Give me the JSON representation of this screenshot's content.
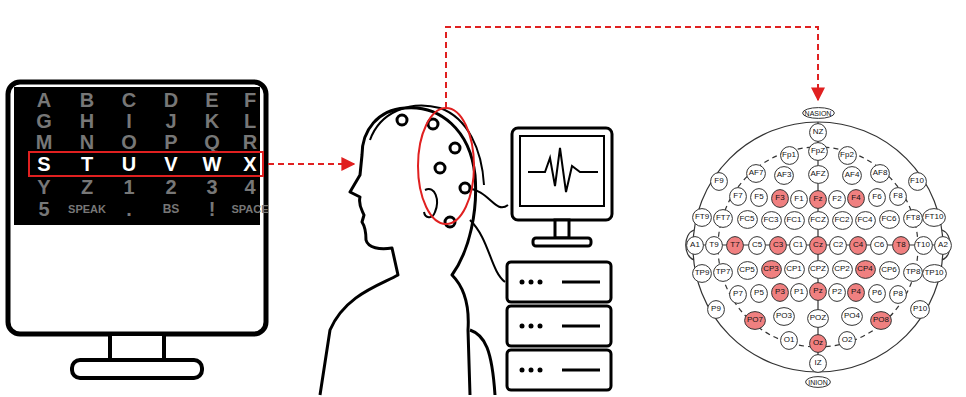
{
  "diagram": {
    "nodes": [
      {
        "text": [
          "S",
          "T",
          "U",
          "V",
          "W",
          "X"
        ]
      },
      {
        "text": [
          "NASION"
        ]
      },
      {
        "text": [
          "NZ"
        ]
      },
      {
        "text": [
          "Fp1"
        ]
      },
      {
        "text": [
          "FpZ"
        ]
      },
      {
        "text": [
          "Fp2"
        ]
      },
      {
        "text": [
          "AF7"
        ]
      },
      {
        "text": [
          "AF3"
        ]
      },
      {
        "text": [
          "AFZ"
        ]
      },
      {
        "text": [
          "AF4"
        ]
      },
      {
        "text": [
          "AF8"
        ]
      },
      {
        "text": [
          "F9"
        ]
      },
      {
        "text": [
          "F7"
        ]
      },
      {
        "text": [
          "F5"
        ]
      },
      {
        "text": [
          "F3"
        ]
      },
      {
        "text": [
          "F1"
        ]
      },
      {
        "text": [
          "Fz"
        ]
      },
      {
        "text": [
          "F2"
        ]
      },
      {
        "text": [
          "F4"
        ]
      },
      {
        "text": [
          "F6"
        ]
      },
      {
        "text": [
          "F8"
        ]
      },
      {
        "text": [
          "F10"
        ]
      },
      {
        "text": [
          "FT9"
        ]
      },
      {
        "text": [
          "FT7"
        ]
      },
      {
        "text": [
          "FC5"
        ]
      },
      {
        "text": [
          "FC3"
        ]
      },
      {
        "text": [
          "FC1"
        ]
      },
      {
        "text": [
          "FCZ"
        ]
      },
      {
        "text": [
          "FC2"
        ]
      },
      {
        "text": [
          "FC4"
        ]
      },
      {
        "text": [
          "FC6"
        ]
      },
      {
        "text": [
          "FT8"
        ]
      },
      {
        "text": [
          "FT10"
        ]
      },
      {
        "text": [
          "A1"
        ]
      },
      {
        "text": [
          "T9"
        ]
      },
      {
        "text": [
          "T7"
        ]
      },
      {
        "text": [
          "C5"
        ]
      },
      {
        "text": [
          "C3"
        ]
      },
      {
        "text": [
          "C1"
        ]
      },
      {
        "text": [
          "Cz"
        ]
      },
      {
        "text": [
          "C2"
        ]
      },
      {
        "text": [
          "C4"
        ]
      },
      {
        "text": [
          "C6"
        ]
      },
      {
        "text": [
          "T8"
        ]
      },
      {
        "text": [
          "T10"
        ]
      },
      {
        "text": [
          "A2"
        ]
      },
      {
        "text": [
          "TP9"
        ]
      },
      {
        "text": [
          "TP7"
        ]
      },
      {
        "text": [
          "CP5"
        ]
      },
      {
        "text": [
          "CP3"
        ]
      },
      {
        "text": [
          "CP1"
        ]
      },
      {
        "text": [
          "CPZ"
        ]
      },
      {
        "text": [
          "CP2"
        ]
      },
      {
        "text": [
          "CP4"
        ]
      },
      {
        "text": [
          "CP6"
        ]
      },
      {
        "text": [
          "TP8"
        ]
      },
      {
        "text": [
          "TP10"
        ]
      },
      {
        "text": [
          "P9"
        ]
      },
      {
        "text": [
          "P7"
        ]
      },
      {
        "text": [
          "P5"
        ]
      },
      {
        "text": [
          "P3"
        ]
      },
      {
        "text": [
          "P1"
        ]
      },
      {
        "text": [
          "Pz"
        ]
      },
      {
        "text": [
          "P2"
        ]
      },
      {
        "text": [
          "P4"
        ]
      },
      {
        "text": [
          "P6"
        ]
      },
      {
        "text": [
          "P8"
        ]
      },
      {
        "text": [
          "P10"
        ]
      },
      {
        "text": [
          "PO7"
        ]
      },
      {
        "text": [
          "PO3"
        ]
      },
      {
        "text": [
          "POZ"
        ]
      },
      {
        "text": [
          "PO4"
        ]
      },
      {
        "text": [
          "PO8"
        ]
      },
      {
        "text": [
          "O1"
        ]
      },
      {
        "text": [
          "Oz"
        ]
      },
      {
        "text": [
          "O2"
        ]
      },
      {
        "text": [
          "IZ"
        ]
      },
      {
        "text": [
          "INION"
        ]
      }
    ],
    "labels": [
      "A",
      "B",
      "C",
      "D",
      "E",
      "F",
      "G",
      "H",
      "I",
      "J",
      "K",
      "L",
      "M",
      "N",
      "O",
      "P",
      "Q",
      "R",
      "Y",
      "Z",
      "1",
      "2",
      "3",
      "4",
      "5",
      "SPEAK",
      ".",
      "BS",
      "!",
      "SPACE"
    ]
  }
}
